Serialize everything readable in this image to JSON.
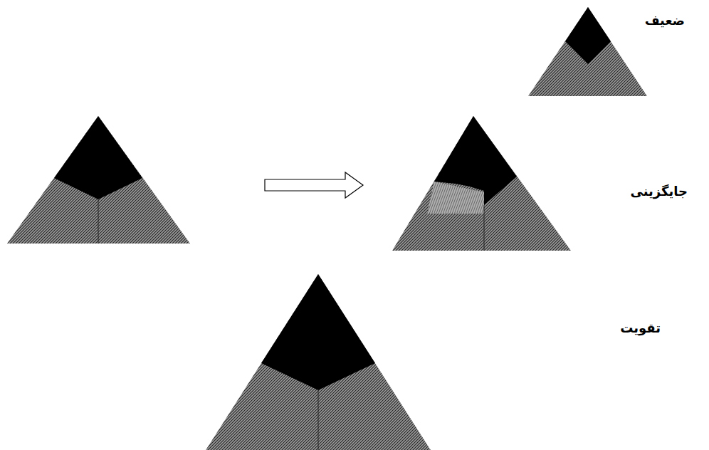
{
  "diagram": {
    "labels": [
      "ضعیف",
      "جایگزینی",
      "تقویت"
    ]
  }
}
